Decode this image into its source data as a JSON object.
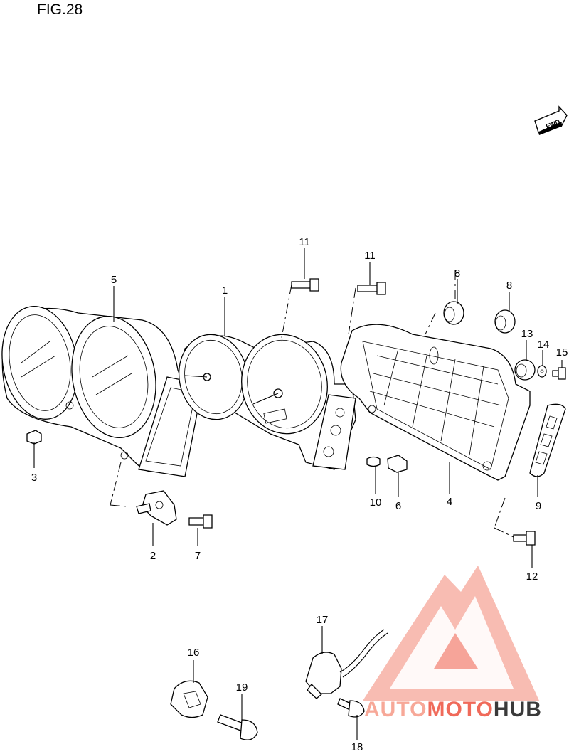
{
  "figure": {
    "title": "FIG.28"
  },
  "fwd_label": "FWD",
  "callouts": {
    "p1": "1",
    "p2": "2",
    "p3": "3",
    "p4": "4",
    "p5": "5",
    "p6": "6",
    "p7": "7",
    "p8a": "8",
    "p8b": "8",
    "p9": "9",
    "p10": "10",
    "p11a": "11",
    "p11b": "11",
    "p12": "12",
    "p13": "13",
    "p14": "14",
    "p15": "15",
    "p16": "16",
    "p17": "17",
    "p18": "18",
    "p19": "19"
  },
  "watermark": {
    "part1": "AUTO",
    "part2": "MOTO",
    "part3": "HUB",
    "color_light": "#f7b0a4",
    "color_main": "#f06a5a",
    "color_dark": "#3a3a3a"
  }
}
